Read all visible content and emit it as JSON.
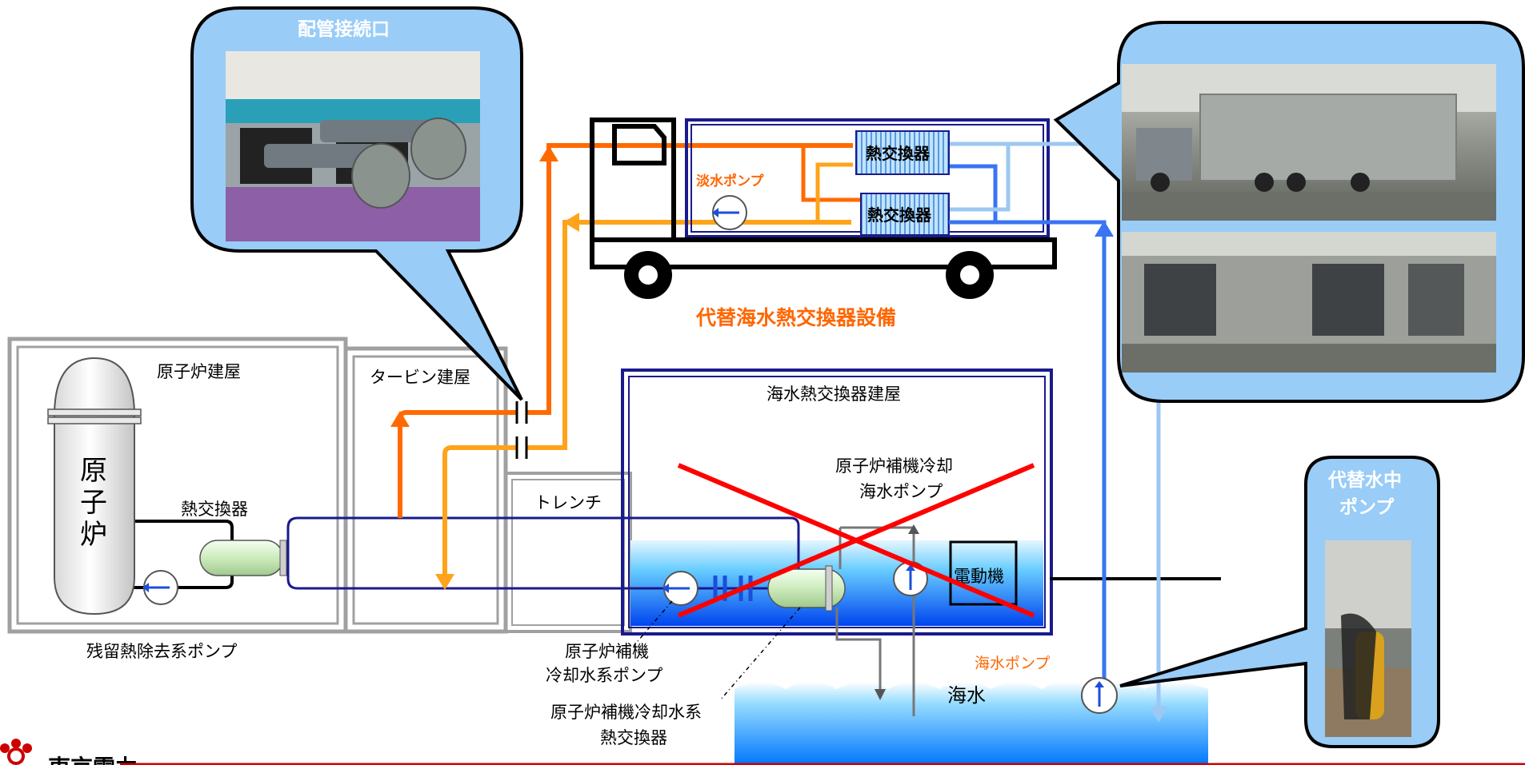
{
  "labels": {
    "reactor_building": "原子炉建屋",
    "reactor": "原子炉",
    "reactor_chars": [
      "原",
      "子",
      "炉"
    ],
    "turbine_building": "タービン建屋",
    "trench": "トレンチ",
    "seawater_hx_building": "海水熱交換器建屋",
    "heat_exchanger": "熱交換器",
    "rhr_pump": "残留熱除去系ポンプ",
    "rccw_pump_lines": [
      "原子炉補機",
      "冷却水系ポンプ"
    ],
    "rccw_hx_lines": [
      "原子炉補機冷却水系",
      "熱交換器"
    ],
    "rcsw_pump_lines": [
      "原子炉補機冷却",
      "海水ポンプ"
    ],
    "motor": "電動機",
    "seawater": "海水",
    "seawater_pump": "海水ポンプ",
    "freshwater_pump": "淡水ポンプ",
    "truck_hx_1": "熱交換器",
    "truck_hx_2": "熱交換器",
    "alt_equipment": "代替海水熱交換器設備",
    "pipe_connection": "配管接続口",
    "alt_pump_lines": [
      "代替水中",
      "ポンプ"
    ],
    "company": "東京電力"
  },
  "colors": {
    "orange": "#ff6a00",
    "light_orange": "#ffa31a",
    "blue_line": "#3a74f2",
    "light_blue_line": "#9cc8f2",
    "navy": "#1a1a8c",
    "callout_fill": "#99ccf7",
    "cross": "#ff0000",
    "hx_green": "#d8f0c4",
    "brand_red": "#cc0000"
  }
}
